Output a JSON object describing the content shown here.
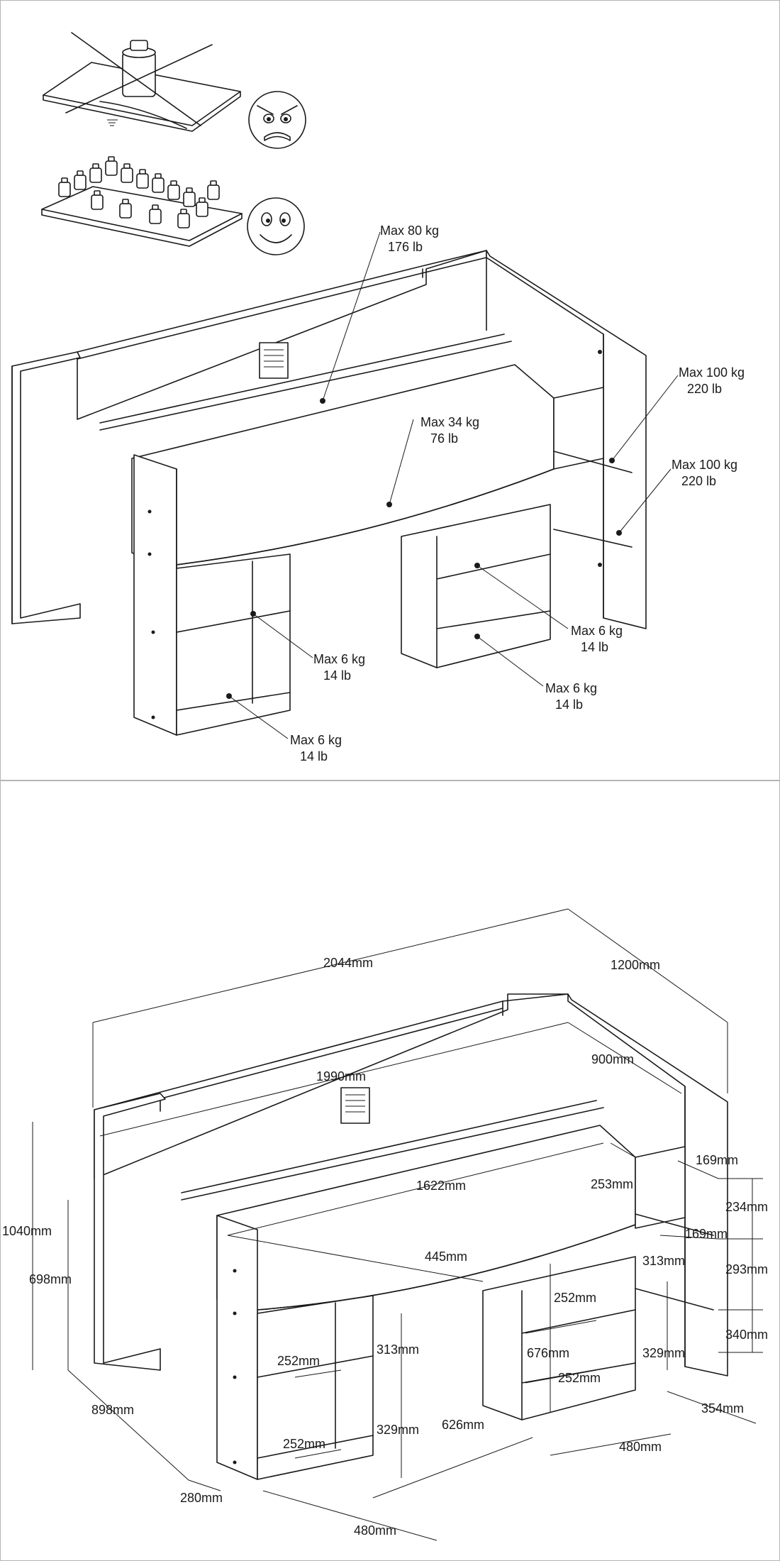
{
  "load_labels": [
    {
      "kg": "Max 80 kg",
      "lb": "176 lb"
    },
    {
      "kg": "Max 34 kg",
      "lb": "76 lb"
    },
    {
      "kg": "Max 100 kg",
      "lb": "220 lb"
    },
    {
      "kg": "Max 100 kg",
      "lb": "220 lb"
    },
    {
      "kg": "Max 6 kg",
      "lb": "14 lb"
    },
    {
      "kg": "Max 6 kg",
      "lb": "14 lb"
    },
    {
      "kg": "Max 6 kg",
      "lb": "14 lb"
    },
    {
      "kg": "Max 6 kg",
      "lb": "14 lb"
    }
  ],
  "dimensions": {
    "length": "2044mm",
    "depth": "1200mm",
    "inner_length": "1990mm",
    "inner_depth": "900mm",
    "desk_length": "1622mm",
    "desk_depth": "445mm",
    "desk_side": "253mm",
    "total_height": "1040mm",
    "desk_height": "698mm",
    "front_depth": "898mm",
    "side_width": "280mm",
    "cabinet_width_left": "480mm",
    "cabinet_width_right": "480mm",
    "cabinet_gap": "626mm",
    "cabinet_height": "676mm",
    "shelf_left_1": "252mm",
    "shelf_left_2": "252mm",
    "shelf_right_1": "252mm",
    "shelf_right_2": "252mm",
    "shelf_h_left_1": "313mm",
    "shelf_h_left_2": "329mm",
    "shelf_h_right_1": "313mm",
    "shelf_h_right_2": "329mm",
    "step_depth_1": "169mm",
    "step_depth_2": "169mm",
    "step_h_1": "234mm",
    "step_h_2": "293mm",
    "step_h_3": "340mm",
    "step_width": "354mm"
  },
  "icons": {
    "angry": "angry-face-icon",
    "happy": "happy-face-icon"
  }
}
